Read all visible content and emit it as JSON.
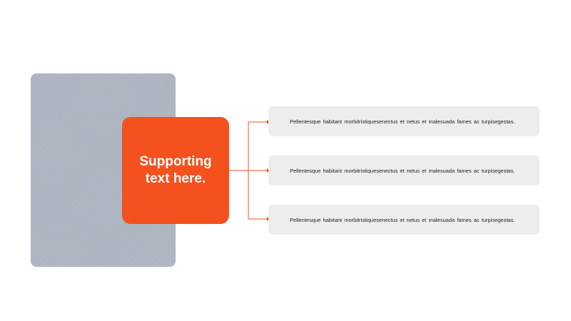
{
  "diagram": {
    "center_text": "Supporting text here.",
    "items": [
      {
        "text": "Pellentesque  habitant  morbitristiquesenectus  et netus et malesuada  fames  ac turpisegestas."
      },
      {
        "text": "Pellentesque  habitant  morbitristiquesenectus  et netus et malesuada  fames  ac turpisegestas."
      },
      {
        "text": "Pellentesque  habitant  morbitristiquesenectus  et netus et malesuada  fames  ac turpisegestas."
      }
    ]
  },
  "colors": {
    "accent": "#f4511e",
    "image_placeholder": "#a9b0bd",
    "item_background": "#ededed",
    "connector": "#f4511e"
  }
}
